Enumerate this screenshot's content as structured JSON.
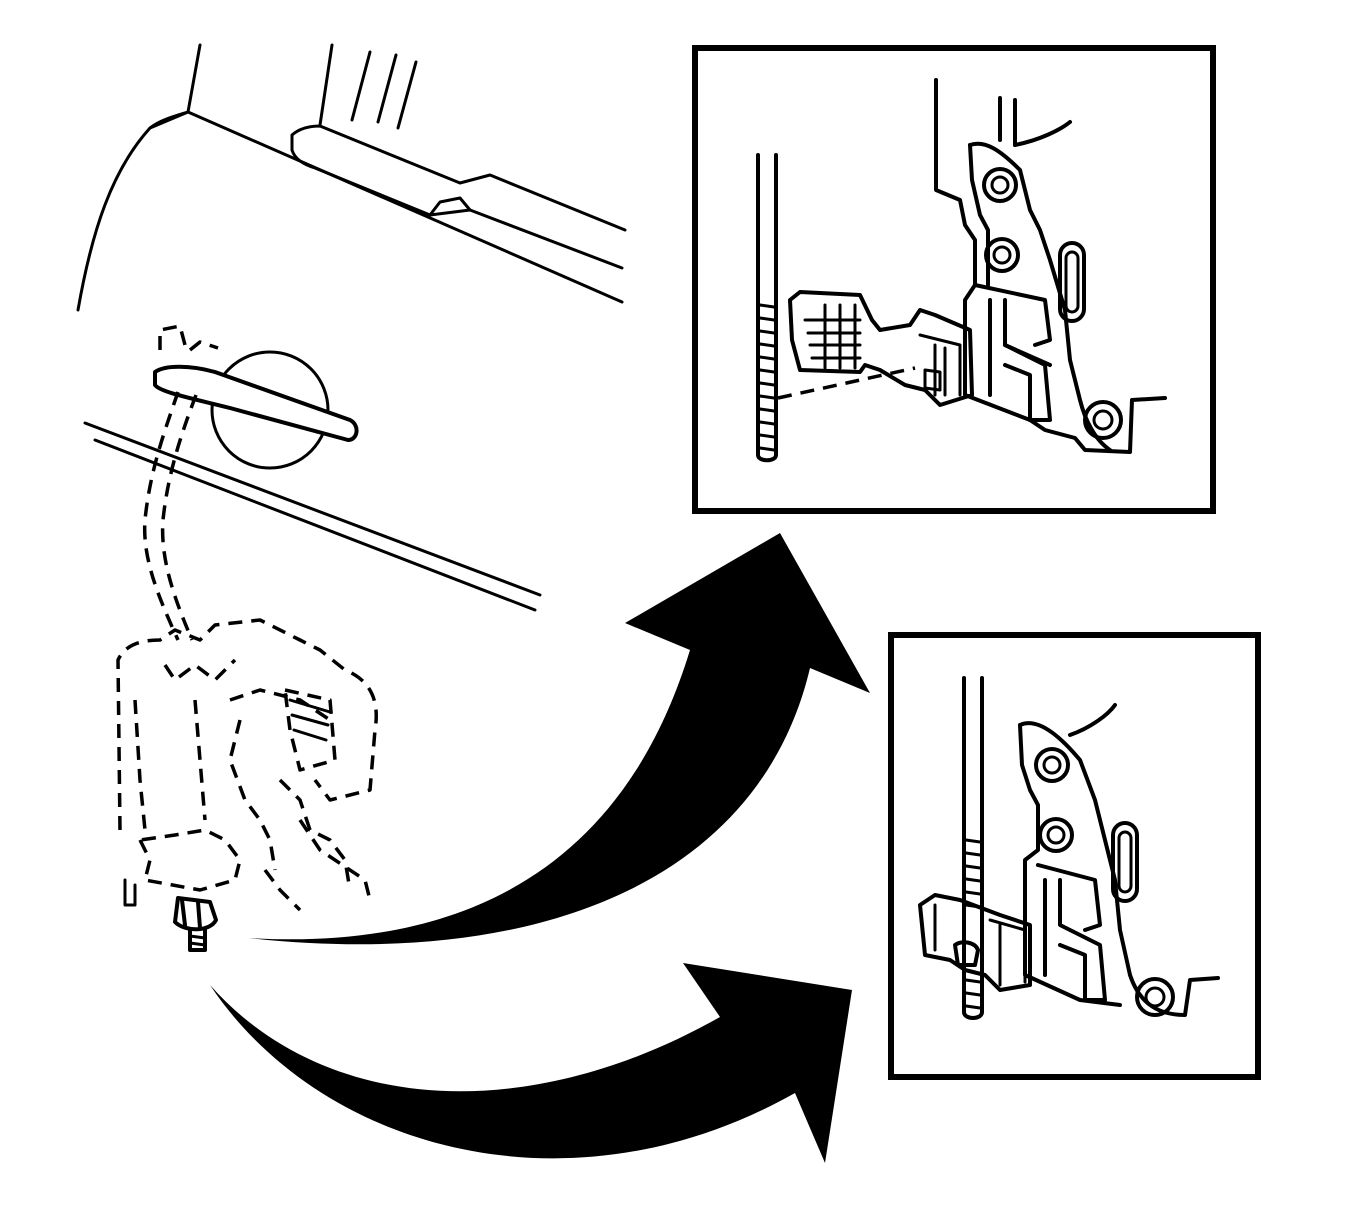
{
  "figure": {
    "ink_color": "#000000",
    "paper_color": "#ffffff",
    "views": [
      {
        "id": "door-overview"
      },
      {
        "id": "detail-lock-rod-disconnected"
      },
      {
        "id": "detail-lock-rod-connected"
      }
    ],
    "callout_arrows": 2
  }
}
